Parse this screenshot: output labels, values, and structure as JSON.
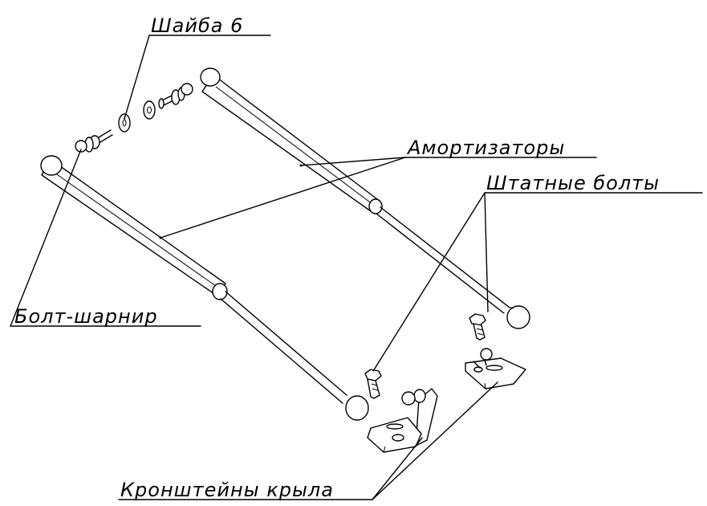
{
  "labels": {
    "washer": "Шайба 6",
    "shocks": "Амортизаторы",
    "bolts": "Штатные болты",
    "ball_bolt": "Болт-шарнир",
    "brackets": "Кронштейны крыла"
  }
}
